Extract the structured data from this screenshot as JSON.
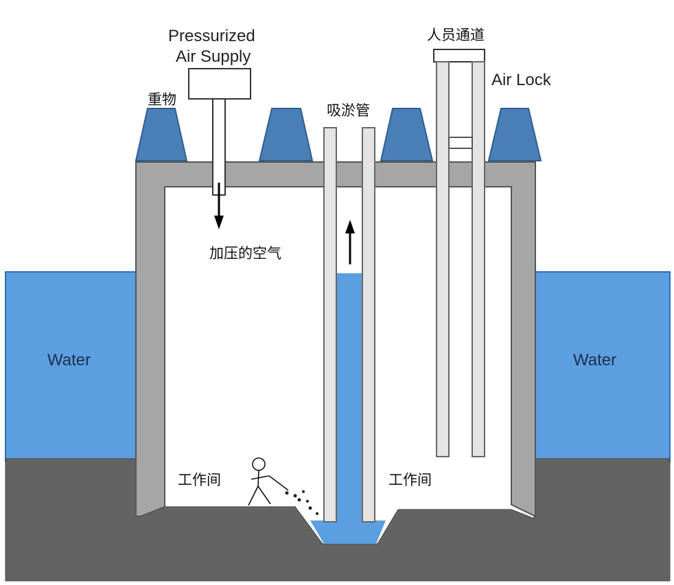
{
  "labels": {
    "pressurized_air_supply_line1": "Pressurized",
    "pressurized_air_supply_line2": "Air Supply",
    "weight": "重物",
    "suction_pipe": "吸淤管",
    "personnel_passage": "人员通道",
    "air_lock": "Air Lock",
    "pressurized_air": "加压的空气",
    "water_left": "Water",
    "water_right": "Water",
    "working_chamber_left": "工作间",
    "working_chamber_right": "工作间"
  },
  "colors": {
    "water": "#5b9fe0",
    "water_edge": "#2e6fb8",
    "weight_blocks": "#4a7fb8",
    "caisson_wall": "#a6a6a6",
    "ground": "#636363",
    "pipe": "#e4e4e4",
    "outline": "#333333"
  },
  "icons": {
    "worker": "stick-figure-icon",
    "sludge": "sludge-particles-icon",
    "air_flow": "arrow-down-icon",
    "suction_flow": "arrow-up-icon"
  }
}
